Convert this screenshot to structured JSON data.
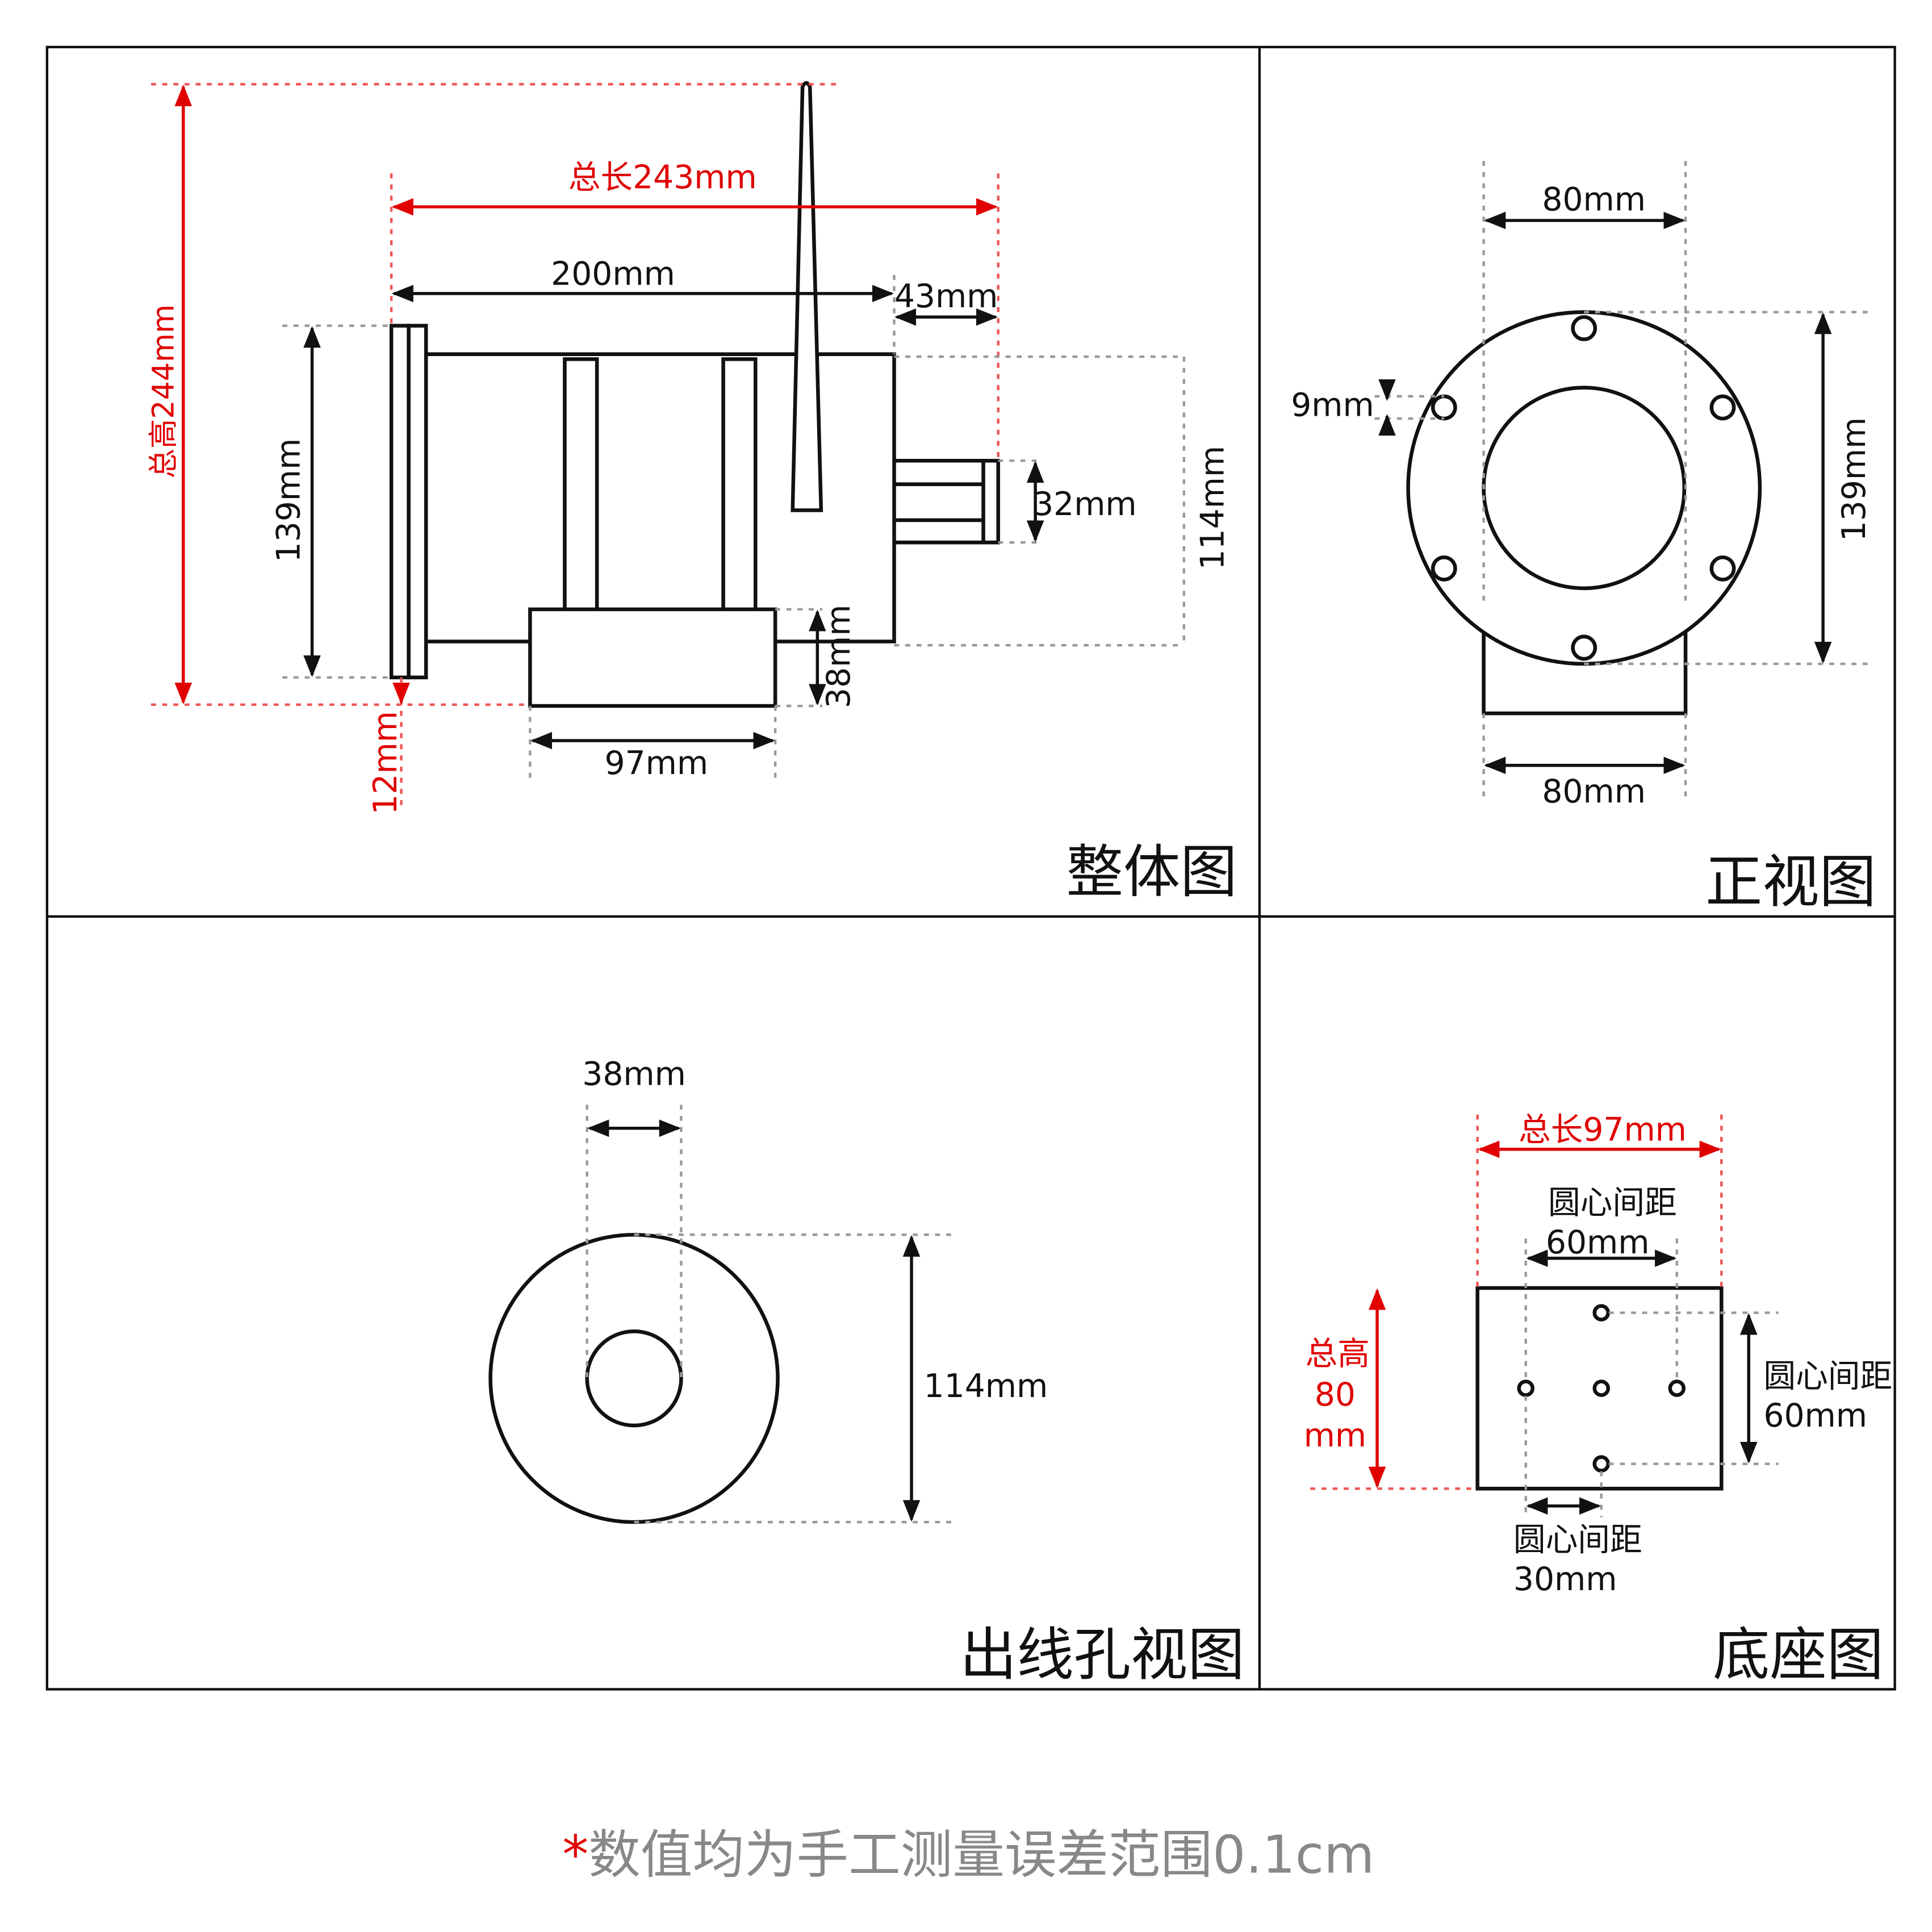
{
  "panels": {
    "overall": {
      "title": "整体图",
      "total_length": "总长243mm",
      "total_height": "总高244mm",
      "length_200": "200mm",
      "length_43": "43mm",
      "height_139": "139mm",
      "outlet_32": "32mm",
      "body_114": "114mm",
      "base_38": "38mm",
      "base_97": "97mm",
      "offset_12": "12mm"
    },
    "front": {
      "title": "正视图",
      "top_80": "80mm",
      "bottom_80": "80mm",
      "hole_9": "9mm",
      "height_139": "139mm"
    },
    "outlet": {
      "title": "出线孔视图",
      "hole_38": "38mm",
      "outer_114": "114mm"
    },
    "base": {
      "title": "底座图",
      "total_length": "总长97mm",
      "spacing_top_l1": "圆心间距",
      "spacing_top_l2": "60mm",
      "spacing_right_l1": "圆心间距",
      "spacing_right_l2": "60mm",
      "spacing_bottom_l1": "圆心间距",
      "spacing_bottom_l2": "30mm",
      "height_l1": "总高",
      "height_l2": "80",
      "height_l3": "mm"
    }
  },
  "footer": {
    "asterisk": "*",
    "note": "数值均为手工测量误差范围0.1cm"
  },
  "colors": {
    "line": "#111111",
    "accent_red": "#e00000",
    "note_gray": "#888888"
  }
}
